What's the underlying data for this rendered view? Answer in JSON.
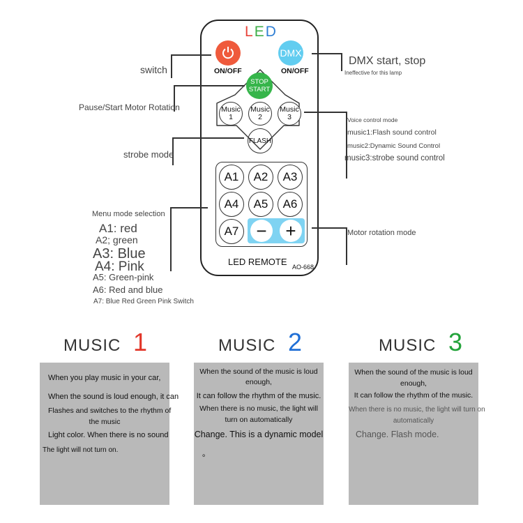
{
  "remote": {
    "logo": [
      "L",
      "E",
      "D"
    ],
    "logo_colors": [
      "#e8433a",
      "#3fae49",
      "#2f7fd4"
    ],
    "power_icon": "power-icon",
    "power_label": "ON/OFF",
    "dmx_button": "DMX",
    "dmx_label": "ON/OFF",
    "stop_start": [
      "STOP",
      "START"
    ],
    "music_buttons": [
      {
        "top": "Music",
        "bottom": "1"
      },
      {
        "top": "Music",
        "bottom": "2"
      },
      {
        "top": "Music",
        "bottom": "3"
      }
    ],
    "flash_button": "FLASH",
    "keys": [
      "A1",
      "A2",
      "A3",
      "A4",
      "A5",
      "A6",
      "A7"
    ],
    "minus": "−",
    "plus": "+",
    "brand": "LED REMOTE",
    "model": "AO-668",
    "colors": {
      "power": "#ef5a3c",
      "dmx": "#62cdf0",
      "stop": "#36b54a"
    }
  },
  "callouts": {
    "switch": "switch",
    "pause": "Pause/Start Motor Rotation",
    "strobe": "strobe mode",
    "menu_title": "Menu mode selection",
    "menu_items": [
      "A1: red",
      "A2; green",
      "A3: Blue",
      "A4: Pink",
      "A5: Green-pink",
      "A6: Red and blue",
      "A7: Blue Red Green Pink Switch"
    ],
    "dmx_title": "DMX start, stop",
    "dmx_note": "Ineffective for this lamp",
    "voice_title": "Voice control mode",
    "voice_items": [
      "music1:Flash sound control",
      "music2:Dynamic Sound Control",
      "music3:strobe sound control"
    ],
    "motor": "Motor rotation mode"
  },
  "music_sections": [
    {
      "word": "MUSIC",
      "num": "1",
      "num_color": "#e2372a",
      "lines": [
        "When you play music in your car,",
        "When the sound is loud enough, it can",
        "Flashes and switches to the rhythm of",
        "the music",
        "Light color. When there is no sound",
        "The light will not turn on."
      ]
    },
    {
      "word": "MUSIC",
      "num": "2",
      "num_color": "#1f6fd6",
      "lines": [
        "When the sound of the music is loud",
        "enough,",
        "It can follow the rhythm of the music.",
        "When there is no music, the light will",
        "turn on automatically",
        "Change. This is a dynamic model",
        "。"
      ]
    },
    {
      "word": "MUSIC",
      "num": "3",
      "num_color": "#23a33a",
      "lines": [
        "When the sound of the music is loud",
        "enough,",
        "It can follow the rhythm of the music.",
        "When there is no music, the light will turn on",
        "automatically",
        "Change. Flash mode."
      ]
    }
  ]
}
